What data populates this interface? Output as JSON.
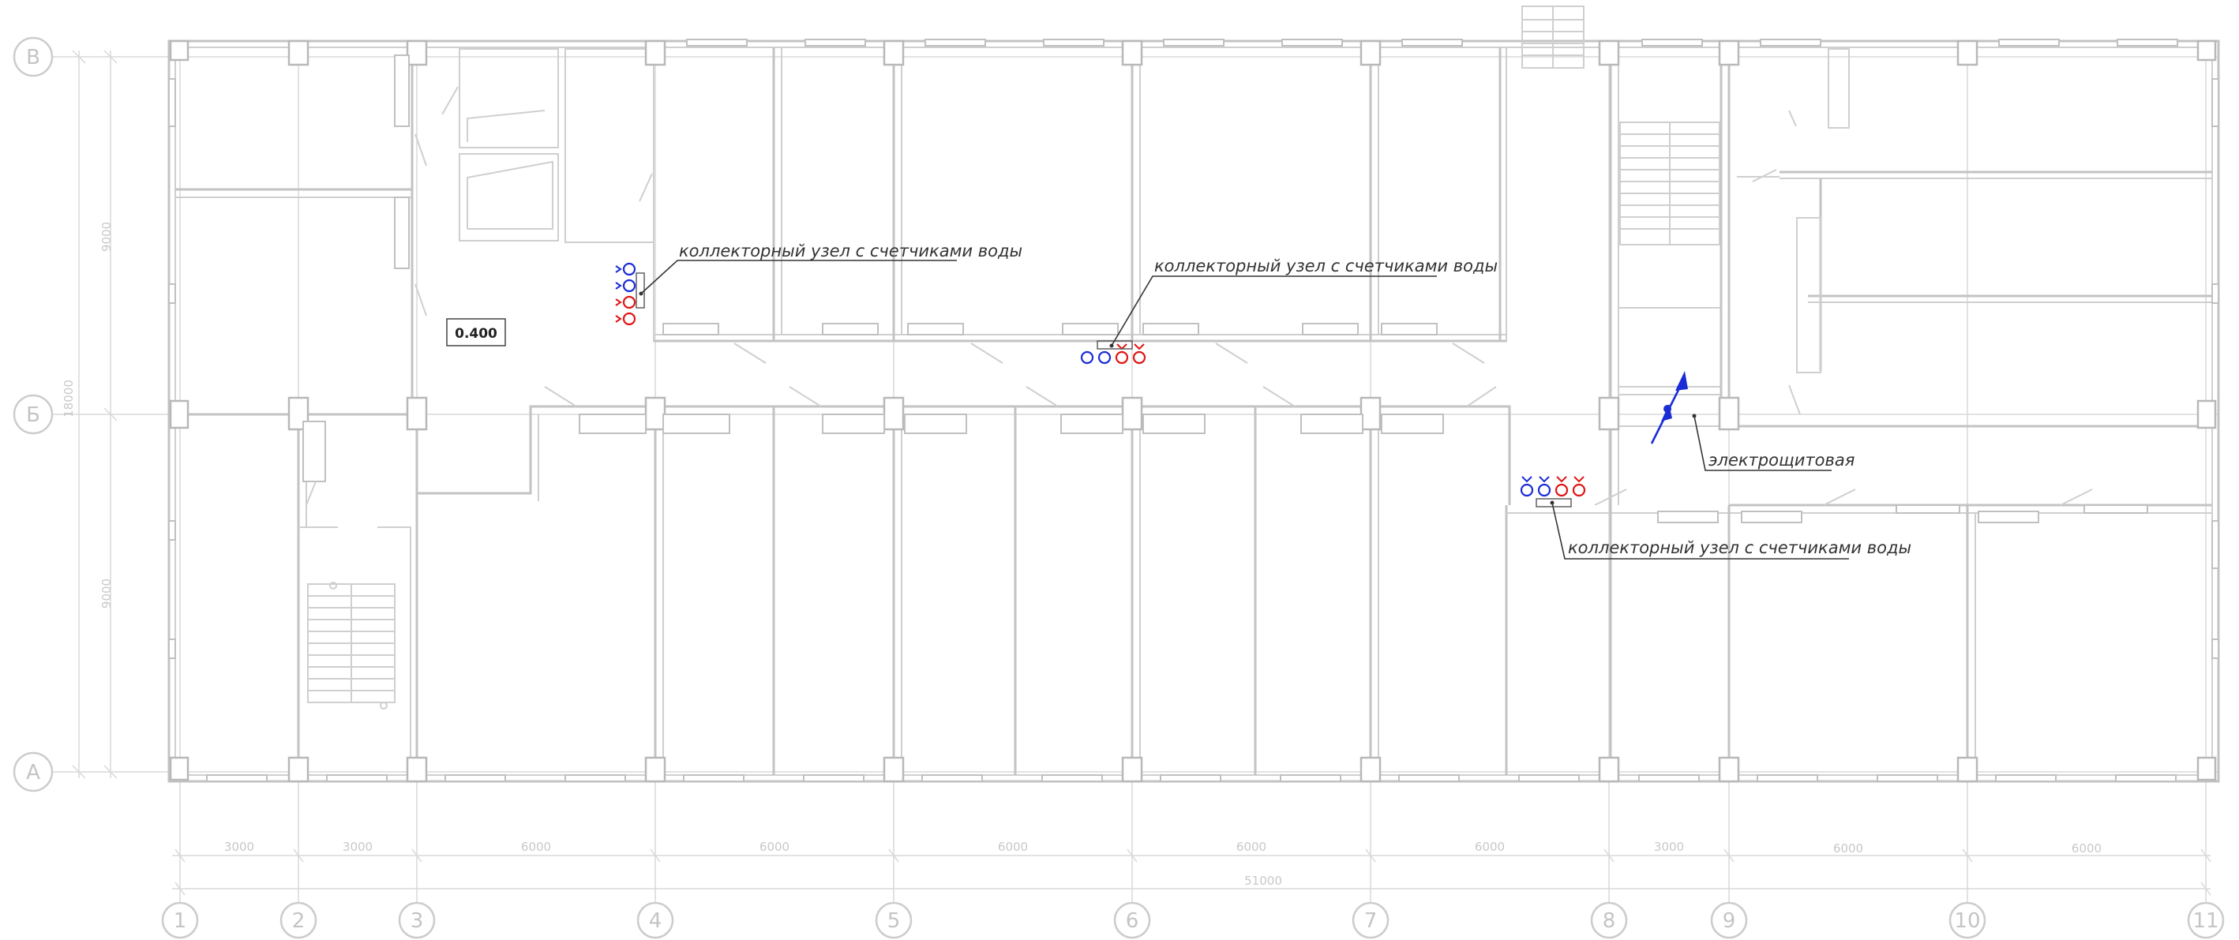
{
  "axes": {
    "numbers": [
      "1",
      "2",
      "3",
      "4",
      "5",
      "6",
      "7",
      "8",
      "9",
      "10",
      "11"
    ],
    "letters": [
      "В",
      "Б",
      "А"
    ]
  },
  "dimensions": {
    "spans": [
      "3000",
      "3000",
      "6000",
      "6000",
      "6000",
      "6000",
      "6000",
      "3000",
      "6000",
      "6000"
    ],
    "total": "51000",
    "vertical_upper": "9000",
    "vertical_lower": "9000",
    "vertical_total": "18000"
  },
  "plan": {
    "elevation_mark": "0.400",
    "labels": {
      "collector_1": "коллекторный узел с счетчиками воды",
      "collector_2": "коллекторный узел с счетчиками воды",
      "collector_3": "коллекторный узел с счетчиками воды",
      "electric_room": "электрощитовая"
    }
  },
  "colors": {
    "cold_water": "#1a2cd6",
    "hot_water": "#e01515",
    "walls": "#c3c3c3",
    "annotation_text": "#333333"
  }
}
